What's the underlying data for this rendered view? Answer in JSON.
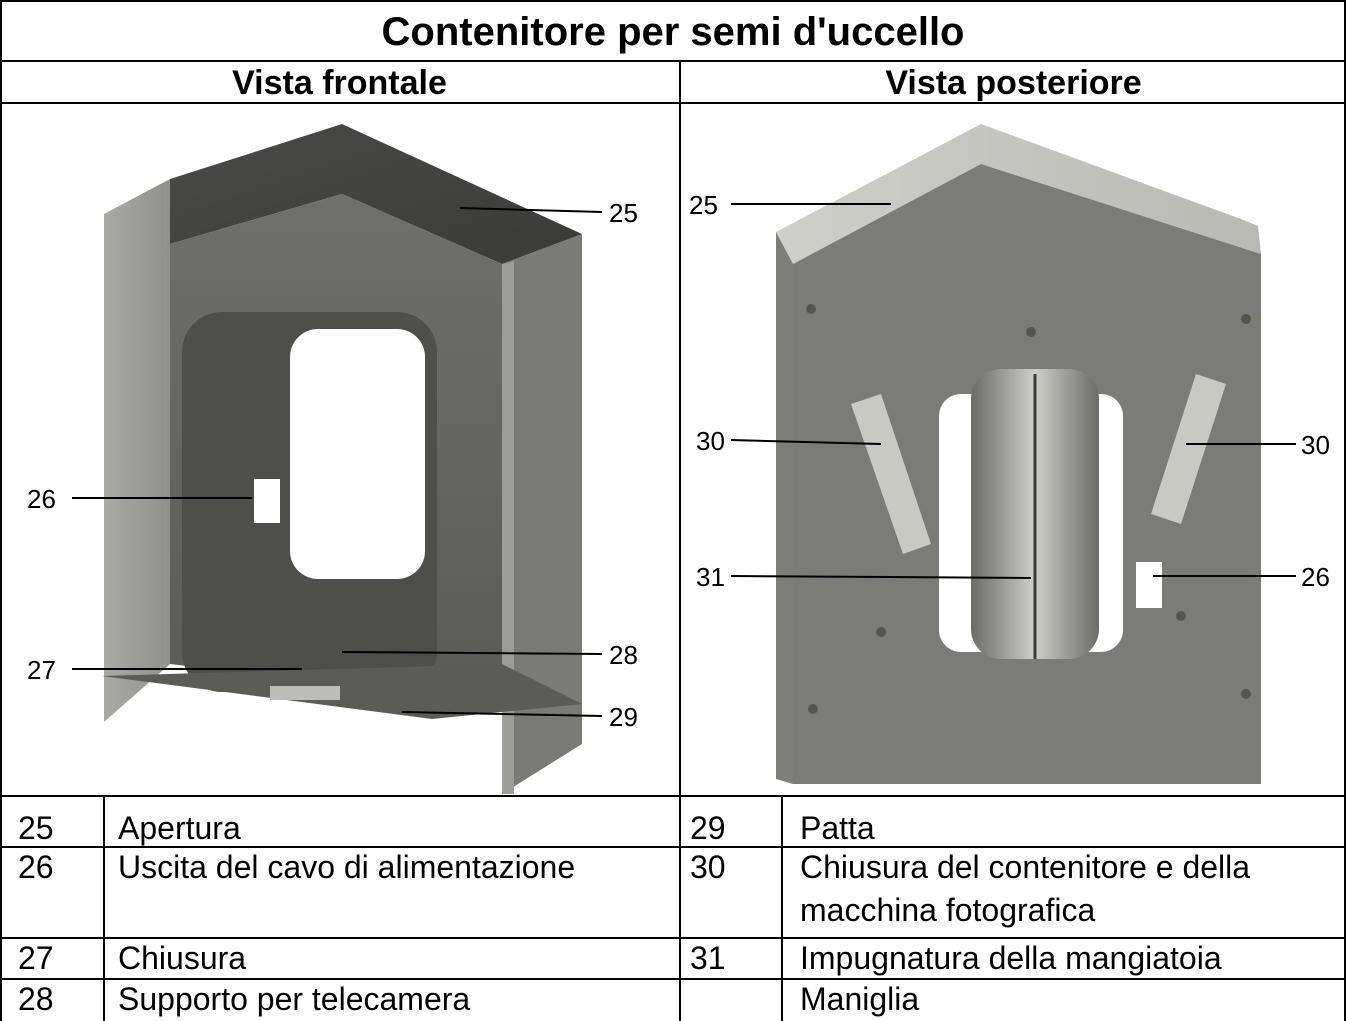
{
  "title": "Contenitore per semi d'uccello",
  "views": {
    "front": {
      "label": "Vista frontale",
      "callouts": [
        "25",
        "26",
        "27",
        "28",
        "29"
      ]
    },
    "back": {
      "label": "Vista posteriore",
      "callouts": [
        "25",
        "30",
        "30",
        "31",
        "26"
      ]
    }
  },
  "legend": {
    "left": [
      {
        "num": "25",
        "text": "Apertura"
      },
      {
        "num": "26",
        "text": "Uscita del cavo di alimentazione"
      },
      {
        "num": "27",
        "text": "Chiusura"
      },
      {
        "num": "28",
        "text": "Supporto per telecamera"
      }
    ],
    "right": [
      {
        "num": "29",
        "text": "Patta"
      },
      {
        "num": "30",
        "text": "Chiusura del contenitore e della",
        "text2": "macchina fotografica"
      },
      {
        "num": "31",
        "text": "Impugnatura della mangiatoia"
      },
      {
        "num": "",
        "text": "Maniglia"
      }
    ]
  }
}
